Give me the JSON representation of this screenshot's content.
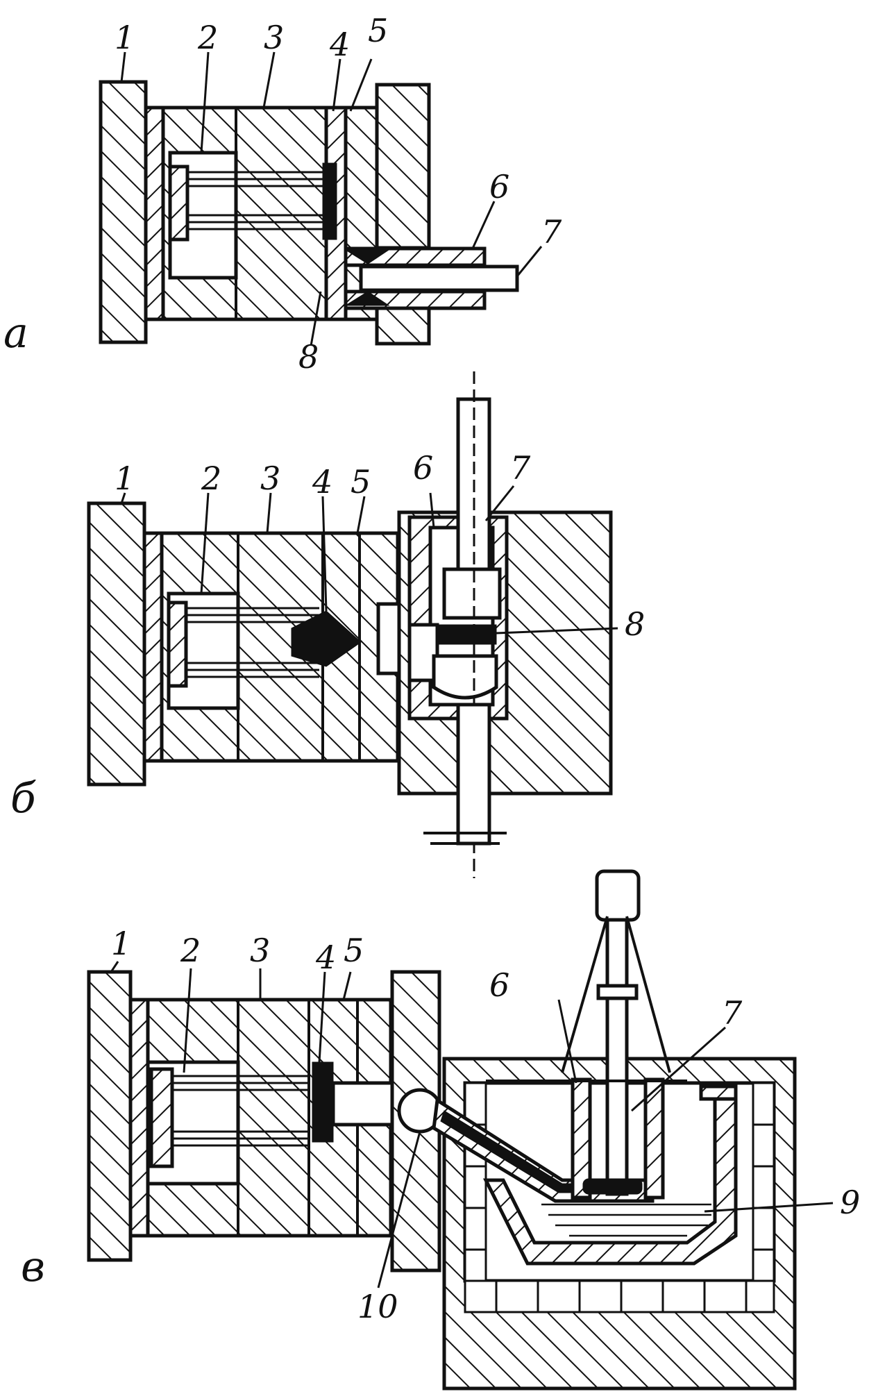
{
  "views": [
    {
      "id": "a",
      "label": "а",
      "callouts": [
        "1",
        "2",
        "3",
        "4",
        "5",
        "6",
        "7",
        "8"
      ]
    },
    {
      "id": "b",
      "label": "б",
      "callouts": [
        "1",
        "2",
        "3",
        "4",
        "5",
        "6",
        "7",
        "8"
      ]
    },
    {
      "id": "c",
      "label": "в",
      "callouts": [
        "1",
        "2",
        "3",
        "4",
        "5",
        "6",
        "7",
        "9",
        "10"
      ]
    }
  ]
}
